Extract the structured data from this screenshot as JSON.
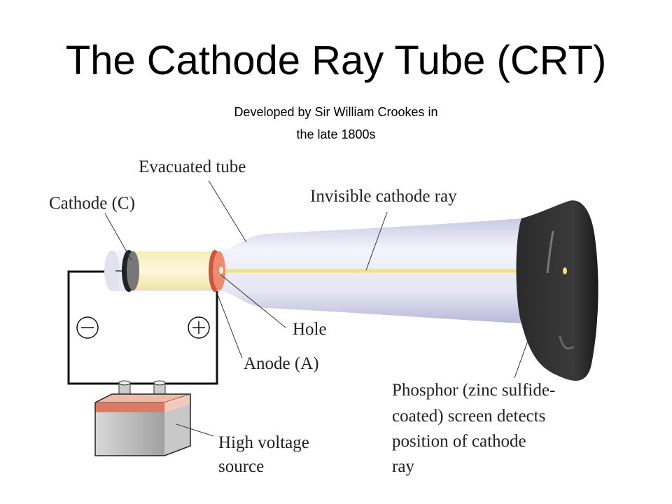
{
  "slide": {
    "title": "The Cathode Ray Tube (CRT)",
    "subtitle_line1": "Developed by Sir William Crookes in",
    "subtitle_line2": "the late 1800s"
  },
  "diagram": {
    "labels": {
      "evacuated_tube": "Evacuated tube",
      "cathode": "Cathode (C)",
      "invisible_ray": "Invisible cathode ray",
      "hole": "Hole",
      "anode": "Anode (A)",
      "phosphor": [
        "Phosphor (zinc sulfide-",
        "coated) screen detects",
        "position of cathode",
        "ray"
      ],
      "source": [
        "High voltage",
        "source"
      ]
    },
    "symbols": {
      "negative": "minus-terminal",
      "positive": "plus-terminal"
    },
    "colors": {
      "beam": "#f3e27a",
      "anode": "#e8735a",
      "screen": "#2e2e2e",
      "tube": "#dcdcf0"
    }
  }
}
